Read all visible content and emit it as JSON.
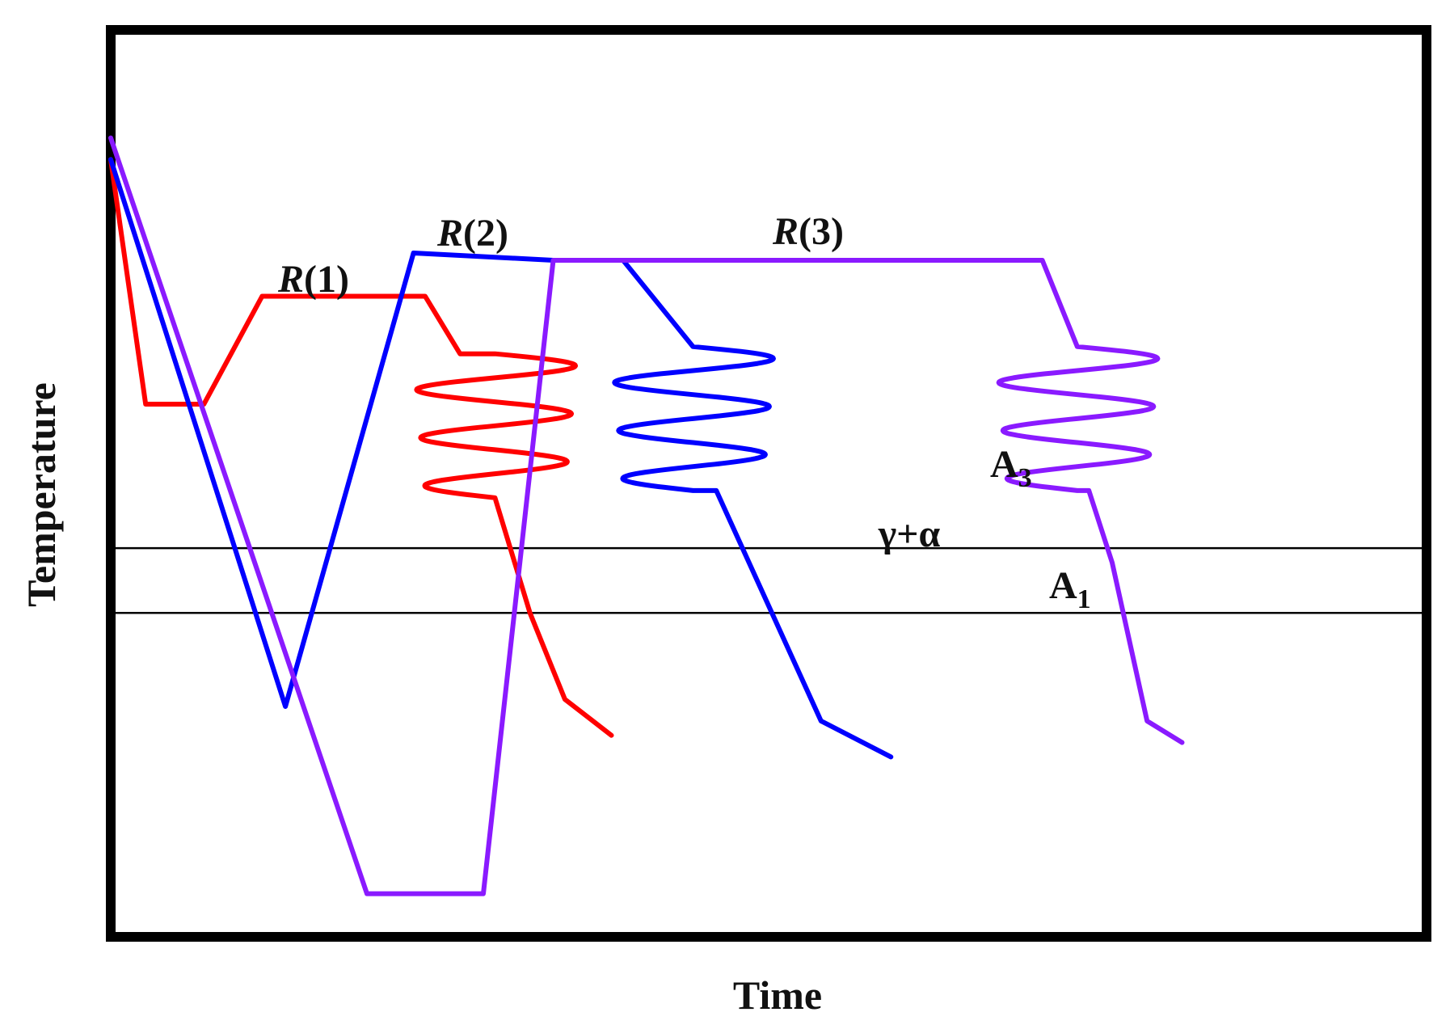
{
  "chart_data": {
    "type": "line",
    "x_axis": {
      "label": "Time",
      "ticks": []
    },
    "y_axis": {
      "label": "Temperature",
      "ticks": []
    },
    "reference_lines": [
      {
        "label": "A",
        "subscript": "3",
        "y": 40
      },
      {
        "label": "A",
        "subscript": "1",
        "y": 31
      }
    ],
    "region_label": "γ+α",
    "annotations": [
      {
        "series": "red",
        "letter": "R",
        "suffix": "(1)"
      },
      {
        "series": "blue",
        "letter": "R",
        "suffix": "(2)"
      },
      {
        "series": "purple",
        "letter": "R",
        "suffix": "(3)"
      }
    ],
    "series": [
      {
        "color": "#ff0000",
        "points": [
          [
            0,
            94
          ],
          [
            1.5,
            60
          ],
          [
            4,
            60
          ],
          [
            6.5,
            75
          ],
          [
            13.5,
            75
          ],
          [
            15,
            67
          ],
          [
            16.5,
            67
          ]
        ],
        "wave": {
          "x0": 16.5,
          "y0": 67,
          "y1": 47,
          "amplitude": 3.5,
          "loops": 3
        },
        "tail": [
          [
            16.5,
            47
          ],
          [
            18,
            31
          ],
          [
            19.5,
            19
          ],
          [
            21.5,
            14
          ]
        ]
      },
      {
        "color": "#0000ff",
        "points": [
          [
            0,
            94
          ],
          [
            7.5,
            18
          ],
          [
            13,
            81
          ],
          [
            19,
            80
          ],
          [
            22,
            80
          ],
          [
            25,
            68
          ]
        ],
        "wave": {
          "x0": 25,
          "y0": 68,
          "y1": 48,
          "amplitude": 3.5,
          "loops": 3
        },
        "tail": [
          [
            26,
            48
          ],
          [
            30.5,
            16
          ],
          [
            33.5,
            11
          ]
        ]
      },
      {
        "color": "#8a1aff",
        "points": [
          [
            0,
            97
          ],
          [
            11,
            -8
          ],
          [
            16,
            -8
          ],
          [
            19,
            80
          ],
          [
            40,
            80
          ],
          [
            41.5,
            68
          ]
        ],
        "wave": {
          "x0": 41.5,
          "y0": 68,
          "y1": 48,
          "amplitude": 3.5,
          "loops": 3
        },
        "tail": [
          [
            42,
            48
          ],
          [
            43,
            38
          ],
          [
            44.5,
            16
          ],
          [
            46,
            13
          ]
        ]
      }
    ],
    "xlim": [
      0,
      56.5
    ],
    "ylim": [
      -14,
      112
    ],
    "grid": false,
    "legend": "none"
  }
}
